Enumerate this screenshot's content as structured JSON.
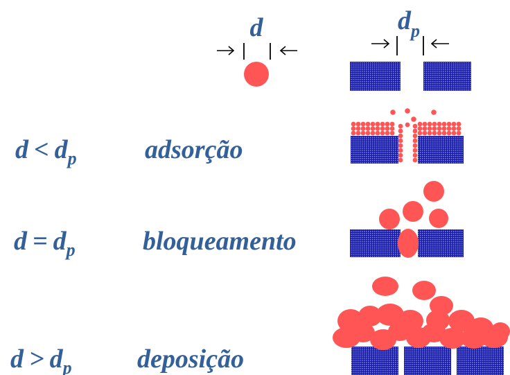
{
  "colors": {
    "text": "#34609a",
    "particle": "#ff5555",
    "membrane": "#1a1aa8",
    "membrane_dot": "#7f8fe8"
  },
  "header": {
    "particle_symbol": "d",
    "pore_symbol": "d",
    "pore_subscript": "p"
  },
  "rows": [
    {
      "var": "d",
      "relation": "<",
      "rhs": "d",
      "rhs_sub": "p",
      "mechanism": "adsorção"
    },
    {
      "var": "d",
      "relation": "=",
      "rhs": "d",
      "rhs_sub": "p",
      "mechanism": "bloqueamento"
    },
    {
      "var": "d",
      "relation": ">",
      "rhs": "d",
      "rhs_sub": "p",
      "mechanism": "deposição"
    }
  ]
}
